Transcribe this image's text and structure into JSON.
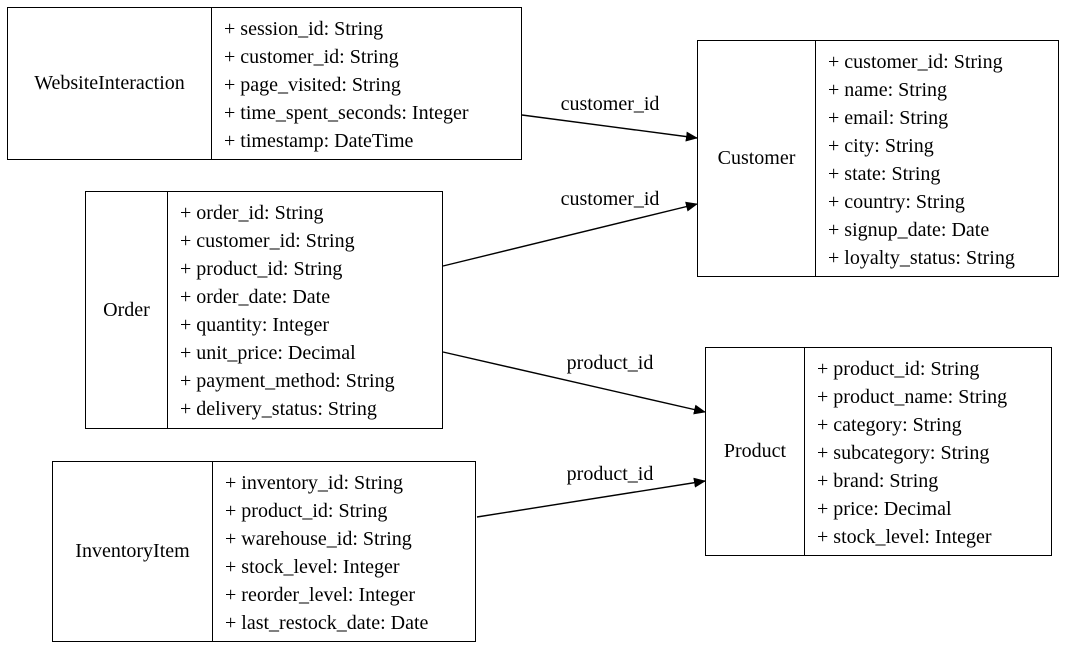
{
  "entities": [
    {
      "name": "WebsiteInteraction",
      "fields": [
        "+ session_id: String",
        "+ customer_id: String",
        "+ page_visited: String",
        "+ time_spent_seconds: Integer",
        "+ timestamp: DateTime"
      ]
    },
    {
      "name": "Customer",
      "fields": [
        "+ customer_id: String",
        "+ name: String",
        "+ email: String",
        "+ city: String",
        "+ state: String",
        "+ country: String",
        "+ signup_date: Date",
        "+ loyalty_status: String"
      ]
    },
    {
      "name": "Order",
      "fields": [
        "+ order_id: String",
        "+ customer_id: String",
        "+ product_id: String",
        "+ order_date: Date",
        "+ quantity: Integer",
        "+ unit_price: Decimal",
        "+ payment_method: String",
        "+ delivery_status: String"
      ]
    },
    {
      "name": "Product",
      "fields": [
        "+ product_id: String",
        "+ product_name: String",
        "+ category: String",
        "+ subcategory: String",
        "+ brand: String",
        "+ price: Decimal",
        "+ stock_level: Integer"
      ]
    },
    {
      "name": "InventoryItem",
      "fields": [
        "+ inventory_id: String",
        "+ product_id: String",
        "+ warehouse_id: String",
        "+ stock_level: Integer",
        "+ reorder_level: Integer",
        "+ last_restock_date: Date"
      ]
    }
  ],
  "relations": [
    {
      "from": "WebsiteInteraction",
      "to": "Customer",
      "label": "customer_id"
    },
    {
      "from": "Order",
      "to": "Customer",
      "label": "customer_id"
    },
    {
      "from": "Order",
      "to": "Product",
      "label": "product_id"
    },
    {
      "from": "InventoryItem",
      "to": "Product",
      "label": "product_id"
    }
  ]
}
